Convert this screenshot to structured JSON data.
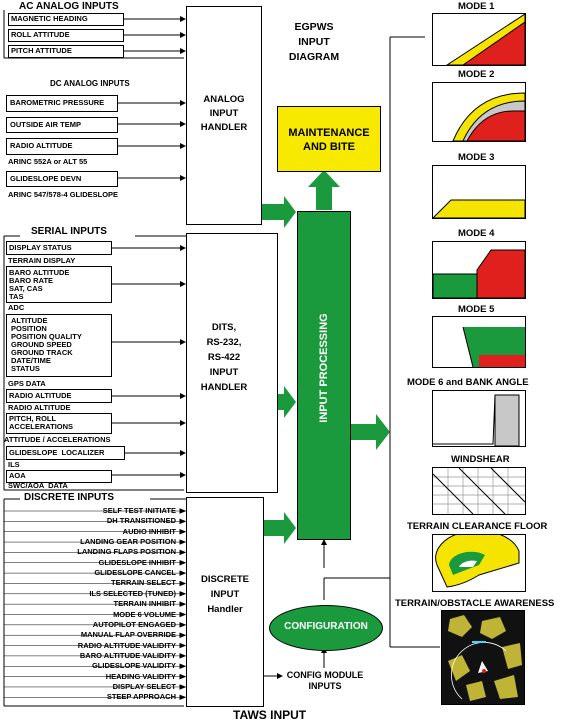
{
  "title": "TAWS INPUT",
  "diagram_title": [
    "EGPWS",
    "INPUT",
    "DIAGRAM"
  ],
  "ac_analog": {
    "header": "AC ANALOG INPUTS",
    "items": [
      "MAGNETIC HEADING",
      "ROLL ATTITUDE",
      "PITCH ATTITUDE"
    ]
  },
  "dc_analog": {
    "header": "DC ANALOG INPUTS",
    "items": [
      "BAROMETRIC PRESSURE",
      "OUTSIDE AIR TEMP",
      "RADIO ALTITUDE",
      "GLIDESLOPE DEVN"
    ],
    "note1": "ARINC 552A or ALT 55",
    "note2": "ARINC 547/578-4 GLIDESLOPE"
  },
  "analog_handler": [
    "ANALOG",
    "INPUT",
    "HANDLER"
  ],
  "maintenance": [
    "MAINTENANCE",
    "AND BITE"
  ],
  "serial": {
    "header": "SERIAL INPUTS",
    "display_status": "DISPLAY STATUS",
    "terrain_display": "TERRAIN DISPLAY",
    "baro_box": "BARO ALTITUDE\nBARO RATE\nSAT, CAS\nTAS",
    "adc": "ADC",
    "adc_box": "ALTITUDE\nPOSITION\nPOSITION QUALITY\nGROUND SPEED\nGROUND TRACK\nDATE/TIME\nSTATUS",
    "gps": "GPS DATA",
    "radio_box": "RADIO ALTITUDE",
    "radio_lbl": "RADIO ALTITUDE",
    "pitch_box": "PITCH, ROLL\nACCELERATIONS",
    "att_lbl": "ATTITUDE / ACCELERATIONS",
    "gs_box": "GLIDESLOPE  LOCALIZER",
    "ils": "ILS",
    "aoa_box": "AOA",
    "swc": "SWC/AOA  DATA"
  },
  "serial_handler": [
    "DITS,",
    "RS-232,",
    "RS-422",
    "INPUT",
    "HANDLER"
  ],
  "input_processing": "INPUT PROCESSING",
  "discrete": {
    "header": "DISCRETE INPUTS",
    "items": [
      "SELF TEST INITIATE",
      "DH TRANSITIONED",
      "AUDIO INHIBIT",
      "LANDING GEAR POSITION",
      "LANDING FLAPS POSITION",
      "GLIDESLOPE INHIBIT",
      "GLIDESLOPE CANCEL",
      "TERRAIN SELECT",
      "ILS SELECTED (TUNED)",
      "TERRAIN INHIBIT",
      "MODE 6 VOLUME",
      "AUTOPILOT ENGAGED",
      "MANUAL FLAP OVERRIDE",
      "RADIO ALTITUDE VALIDITY",
      "BARO ALTITUDE VALIDITY",
      "GLIDESLOPE VALIDITY",
      "HEADING VALIDITY",
      "DISPLAY SELECT",
      "STEEP APPROACH"
    ]
  },
  "discrete_handler": [
    "DISCRETE",
    "INPUT",
    "Handler"
  ],
  "configuration": "CONFIGURATION",
  "config_module": [
    "CONFIG MODULE",
    "INPUTS"
  ],
  "modes": [
    "MODE 1",
    "MODE 2",
    "MODE 3",
    "MODE 4",
    "MODE 5",
    "MODE 6 and BANK ANGLE",
    "WINDSHEAR",
    "TERRAIN CLEARANCE FLOOR",
    "TERRAIN/OBSTACLE AWARENESS"
  ],
  "colors": {
    "green": "#1a9a3c",
    "yellow": "#f5e400",
    "red": "#e0201c",
    "gray": "#c8c8c8"
  }
}
